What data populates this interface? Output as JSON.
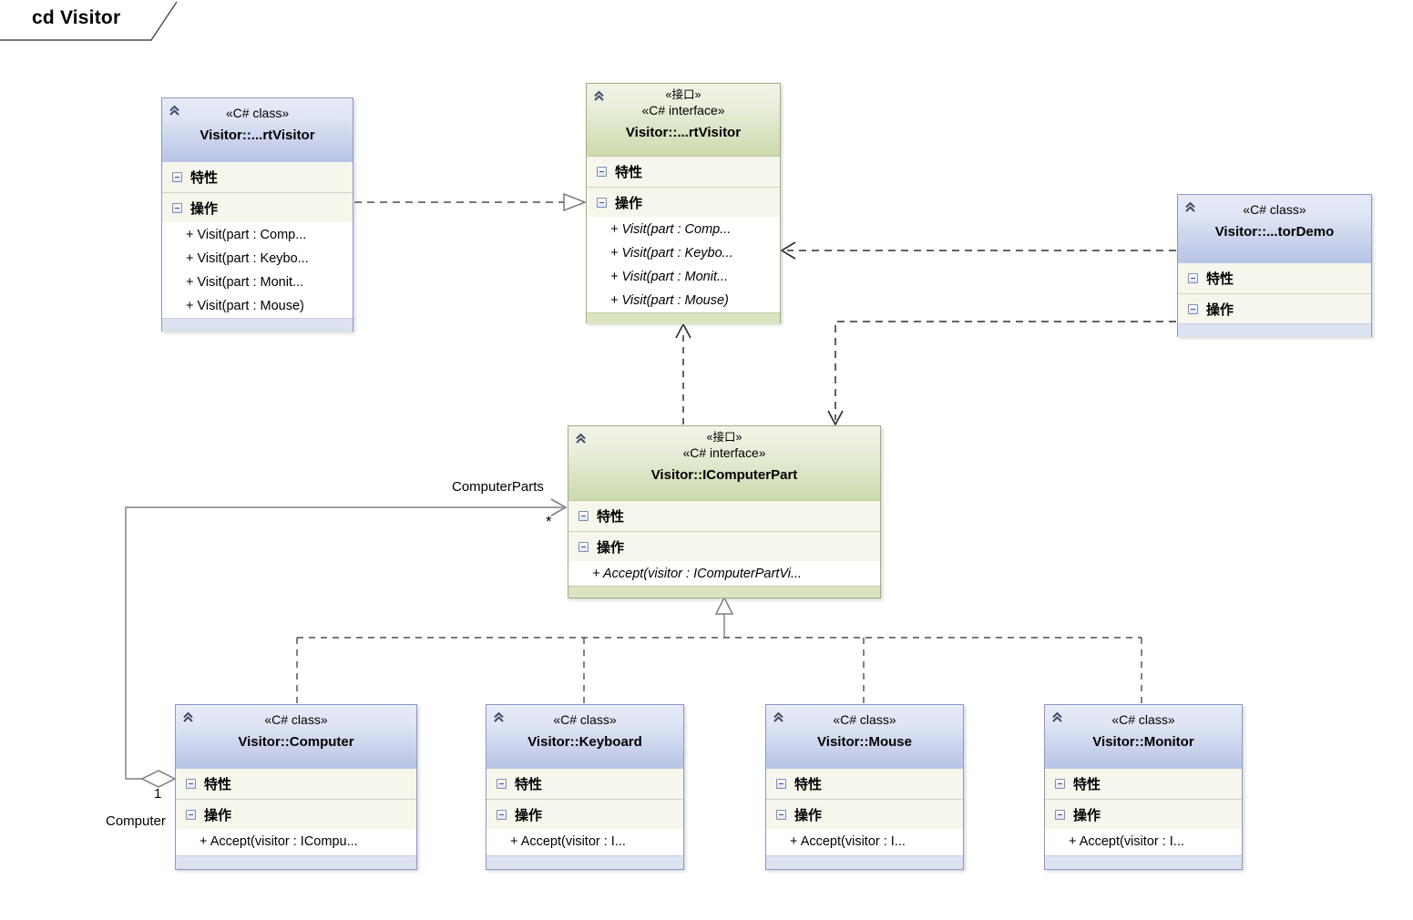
{
  "frame": {
    "title": "cd Visitor"
  },
  "labels": {
    "computer_parts": "ComputerParts",
    "multiplicity_star": "*",
    "multiplicity_one": "1",
    "role_computer": "Computer"
  },
  "colors": {
    "class_header": "#b8c4e5",
    "class_border": "#8b98c4",
    "class_footer": "#dde2f0",
    "interface_header": "#cbdaad",
    "interface_border": "#a3ad7e",
    "interface_footer": "#dbe5c2",
    "body_background": "#f6f6ec",
    "dependency_line": "#303030",
    "association_line": "#7d7d7d"
  },
  "boxes": [
    {
      "id": "class-visitor",
      "kind": "class",
      "stereotype": "«C# class»",
      "name": "Visitor::...rtVisitor",
      "attributes_label": "特性",
      "operations_label": "操作",
      "operations": [
        "+ Visit(part : Comp...",
        "+ Visit(part : Keybo...",
        "+ Visit(part : Monit...",
        "+ Visit(part : Mouse)"
      ]
    },
    {
      "id": "iface-visitor",
      "kind": "interface",
      "stereotype_cn": "«接口»",
      "stereotype": "«C# interface»",
      "name": "Visitor::...rtVisitor",
      "attributes_label": "特性",
      "operations_label": "操作",
      "operations": [
        "+ Visit(part : Comp...",
        "+ Visit(part : Keybo...",
        "+ Visit(part : Monit...",
        "+ Visit(part : Mouse)"
      ]
    },
    {
      "id": "class-demo",
      "kind": "class",
      "stereotype": "«C# class»",
      "name": "Visitor::...torDemo",
      "attributes_label": "特性",
      "operations_label": "操作",
      "operations": []
    },
    {
      "id": "iface-computerpart",
      "kind": "interface",
      "stereotype_cn": "«接口»",
      "stereotype": "«C# interface»",
      "name": "Visitor::IComputerPart",
      "attributes_label": "特性",
      "operations_label": "操作",
      "operations": [
        "+ Accept(visitor : IComputerPartVi..."
      ]
    },
    {
      "id": "class-computer",
      "kind": "class",
      "stereotype": "«C# class»",
      "name": "Visitor::Computer",
      "attributes_label": "特性",
      "operations_label": "操作",
      "operations": [
        "+ Accept(visitor : ICompu..."
      ]
    },
    {
      "id": "class-keyboard",
      "kind": "class",
      "stereotype": "«C# class»",
      "name": "Visitor::Keyboard",
      "attributes_label": "特性",
      "operations_label": "操作",
      "operations": [
        "+ Accept(visitor : I..."
      ]
    },
    {
      "id": "class-mouse",
      "kind": "class",
      "stereotype": "«C# class»",
      "name": "Visitor::Mouse",
      "attributes_label": "特性",
      "operations_label": "操作",
      "operations": [
        "+ Accept(visitor : I..."
      ]
    },
    {
      "id": "class-monitor",
      "kind": "class",
      "stereotype": "«C# class»",
      "name": "Visitor::Monitor",
      "attributes_label": "特性",
      "operations_label": "操作",
      "operations": [
        "+ Accept(visitor : I..."
      ]
    }
  ]
}
